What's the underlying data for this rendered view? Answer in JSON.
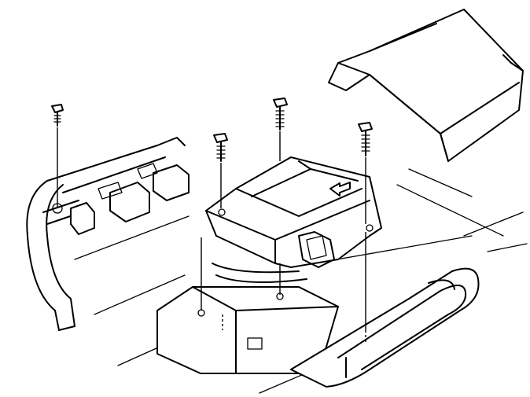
{
  "diagram": {
    "description_text": "",
    "colors": {
      "stroke": "#000000",
      "background": "#ffffff"
    },
    "bolts": [
      "bolt",
      "bolt",
      "bolt",
      "bolt"
    ],
    "arrow_marker": "arrow-icon"
  }
}
